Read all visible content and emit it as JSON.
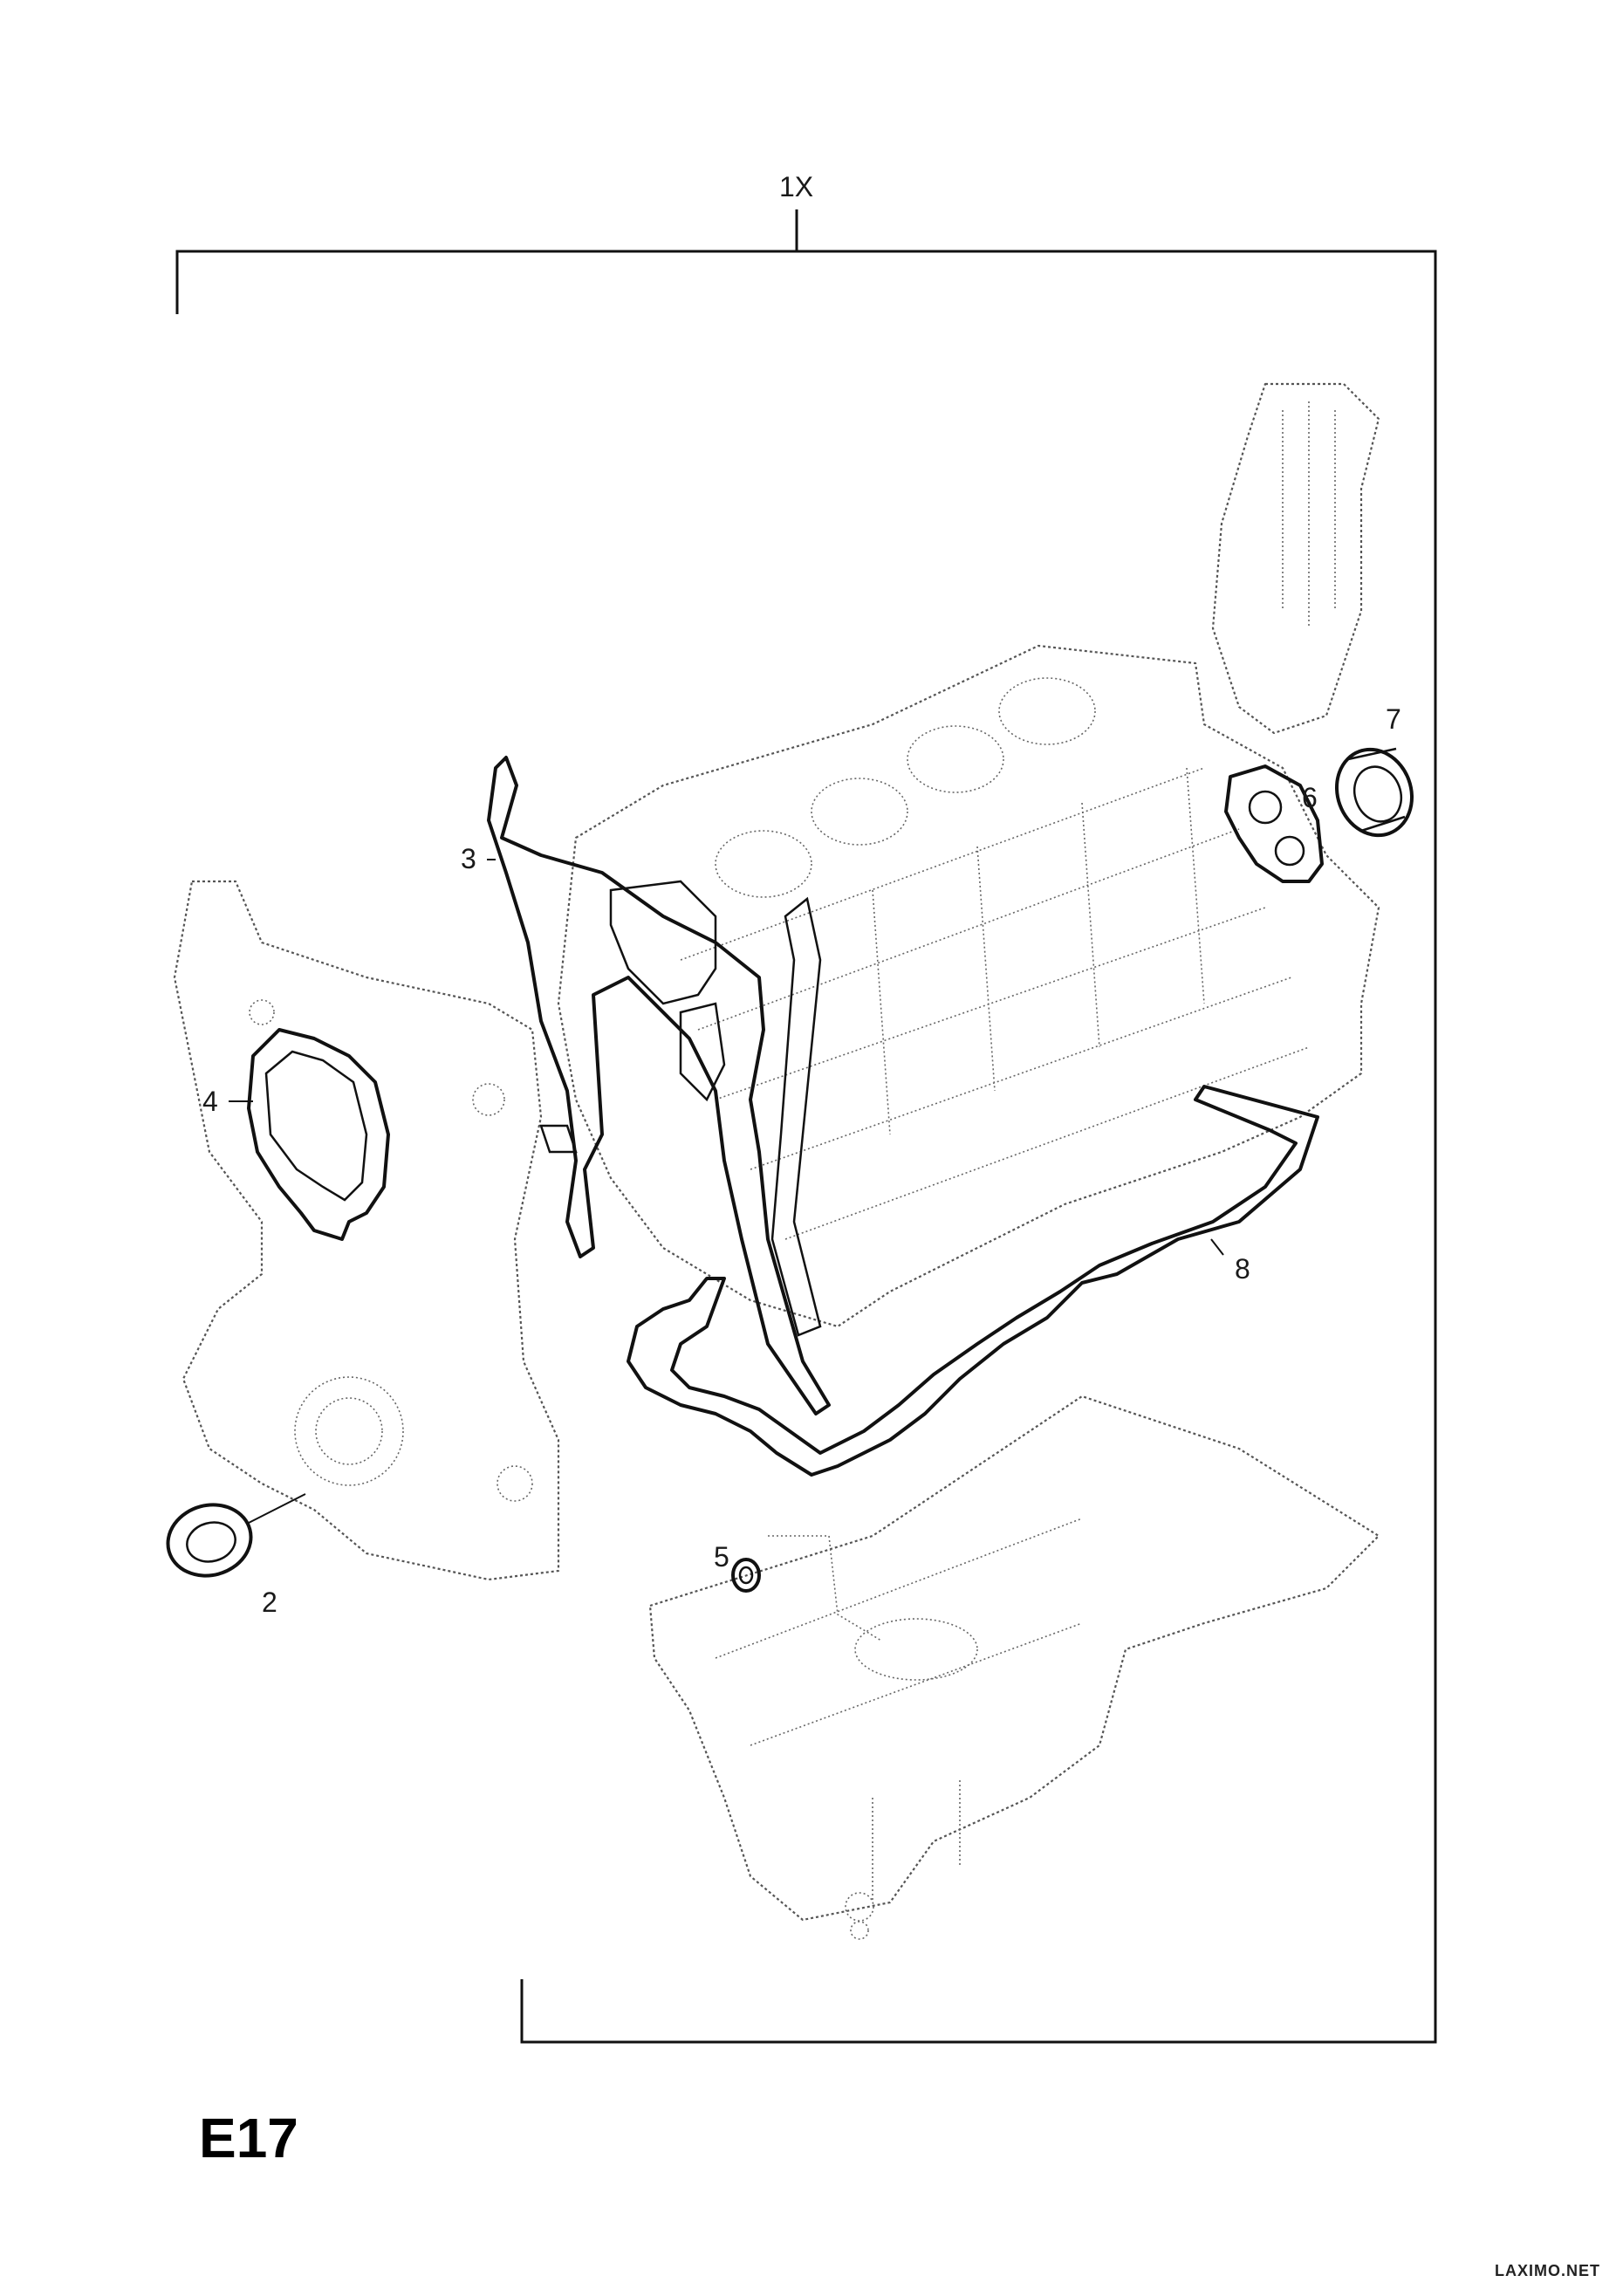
{
  "diagram": {
    "group_label": "1X",
    "page_code": "E17",
    "watermark": "LAXIMO.NET",
    "callouts": {
      "p2": "2",
      "p3": "3",
      "p4": "4",
      "p5": "5",
      "p6": "6",
      "p7": "7",
      "p8": "8"
    }
  }
}
